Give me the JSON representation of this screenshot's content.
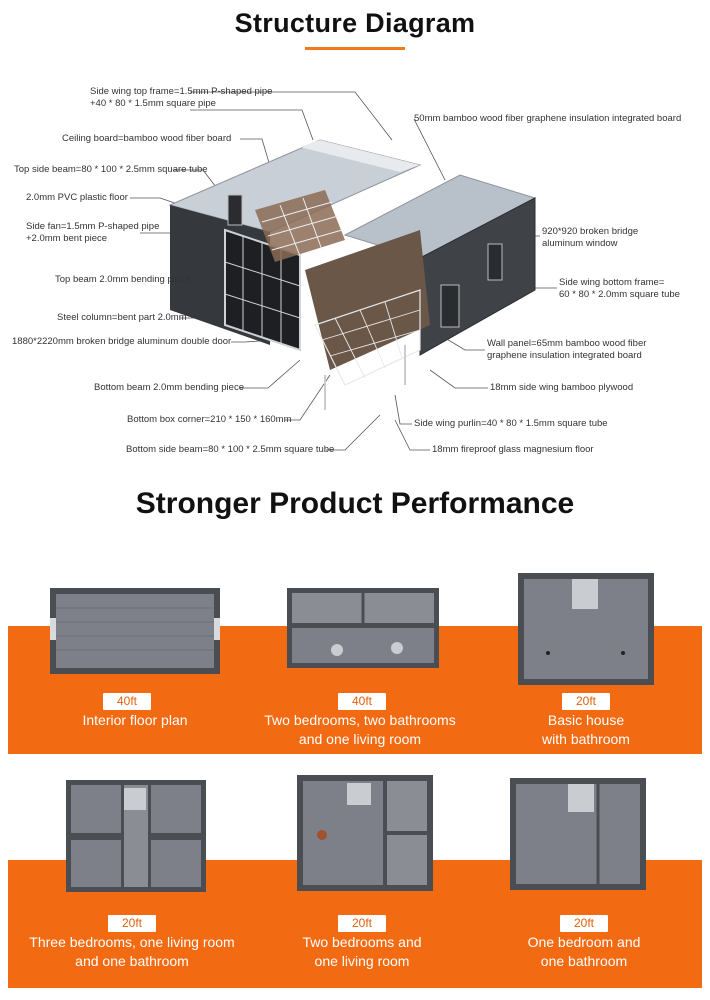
{
  "titles": {
    "structure": "Structure Diagram",
    "performance": "Stronger Product Performance"
  },
  "callouts": {
    "side_wing_top_frame_1": "Side wing top frame=1.5mm P-shaped pipe",
    "side_wing_top_frame_2": "+40 * 80 * 1.5mm square pipe",
    "ceiling_board": "Ceiling board=bamboo wood fiber board",
    "top_side_beam": "Top side beam=80 * 100 * 2.5mm square tube",
    "pvc_floor": "2.0mm PVC plastic floor",
    "side_fan_1": "Side fan=1.5mm P-shaped pipe",
    "side_fan_2": "+2.0mm bent piece",
    "top_beam": "Top beam 2.0mm bending piece",
    "steel_column": "Steel column=bent part 2.0mm",
    "double_door": "1880*2220mm broken bridge aluminum double door",
    "bottom_beam": "Bottom beam 2.0mm bending piece",
    "bottom_box_corner": "Bottom box corner=210 * 150 * 160mm",
    "bottom_side_beam": "Bottom side beam=80 * 100 * 2.5mm square tube",
    "insulation_board": "50mm bamboo wood fiber graphene insulation integrated board",
    "window_1": "920*920 broken bridge",
    "window_2": "aluminum window",
    "side_wing_bottom_1": "Side wing bottom frame=",
    "side_wing_bottom_2": "60 * 80 * 2.0mm square tube",
    "wall_panel_1": "Wall panel=65mm bamboo wood fiber",
    "wall_panel_2": "graphene insulation integrated board",
    "plywood": "18mm side wing bamboo plywood",
    "purlin": "Side wing purlin=40 * 80 * 1.5mm square tube",
    "magnesium_floor": "18mm fireproof glass magnesium floor"
  },
  "layouts": [
    {
      "size": "40ft",
      "line1": "Interior floor plan",
      "line2": ""
    },
    {
      "size": "40ft",
      "line1": "Two bedrooms, two bathrooms",
      "line2": "and one living room"
    },
    {
      "size": "20ft",
      "line1": "Basic house",
      "line2": "with bathroom"
    },
    {
      "size": "20ft",
      "line1": "Three bedrooms, one living room",
      "line2": "and one bathroom"
    },
    {
      "size": "20ft",
      "line1": "Two bedrooms and",
      "line2": "one living room"
    },
    {
      "size": "20ft",
      "line1": "One bedroom and",
      "line2": "one bathroom"
    }
  ],
  "colors": {
    "accent": "#f26a12",
    "floor": "#7d8088",
    "wall": "#4a4d52"
  }
}
